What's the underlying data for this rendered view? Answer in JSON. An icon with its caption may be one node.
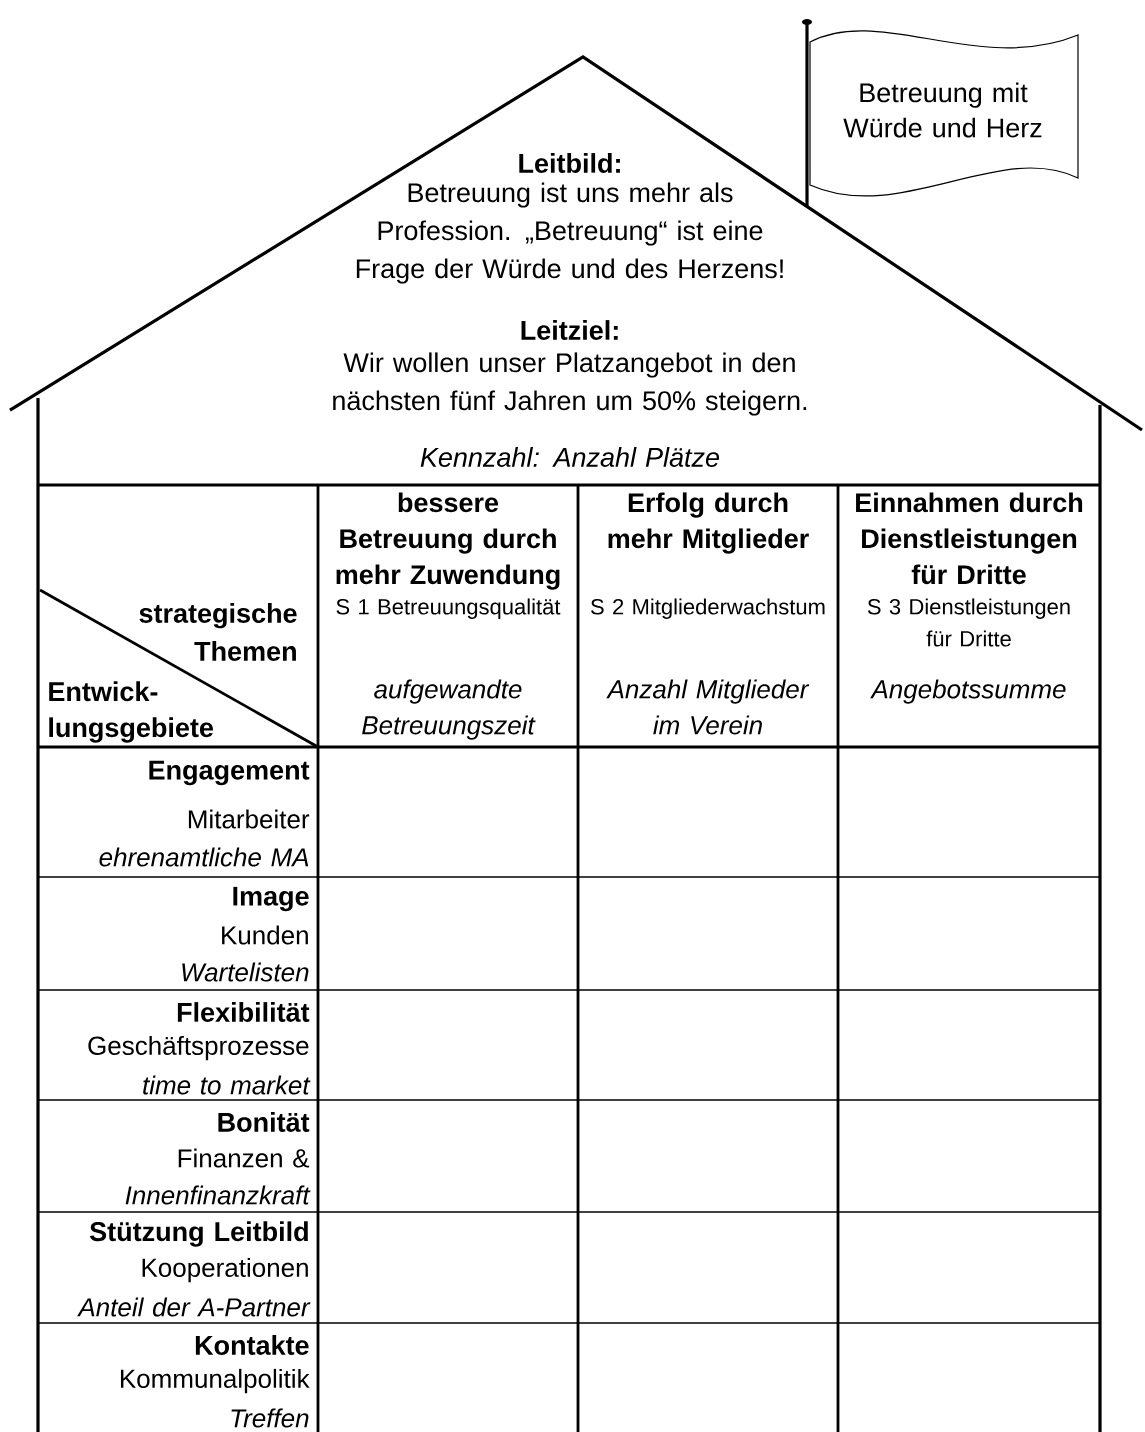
{
  "diagram": {
    "nodes": [
      {
        "text": [
          "Betreuung mit Würde und Herz"
        ]
      }
    ],
    "labels": [
      "Leitbild:",
      "Betreuung ist uns mehr als Profession. „Betreuung“ ist eine Frage der Würde und des Herzens!",
      "Leitziel:",
      "Wir wollen unser Platzangebot in den nächsten fünf Jahren um 50% steigern.",
      "Kennzahl: Anzahl Plätze",
      "strategische Themen",
      "Entwick- lungsgebiete",
      "bessere Betreuung durch mehr Zuwendung",
      "S 1 Betreuungsqualität",
      "aufgewandte Betreuungszeit",
      "Erfolg durch mehr Mitglieder",
      "S 2 Mitgliederwachstum",
      "Anzahl Mitglieder im Verein",
      "Einnahmen durch Dienstleistungen für Dritte",
      "S 3 Dienstleistungen für Dritte",
      "Angebotssumme",
      "Engagement",
      "Mitarbeiter",
      "ehrenamtliche MA",
      "Image",
      "Kunden",
      "Wartelisten",
      "Flexibilität",
      "Geschäftsprozesse",
      "time to market",
      "Bonität",
      "Finanzen &",
      "Innenfinanzkraft",
      "Stützung Leitbild",
      "Kooperationen",
      "Anteil der A-Partner",
      "Kontakte",
      "Kommunalpolitik",
      "Treffen"
    ]
  }
}
